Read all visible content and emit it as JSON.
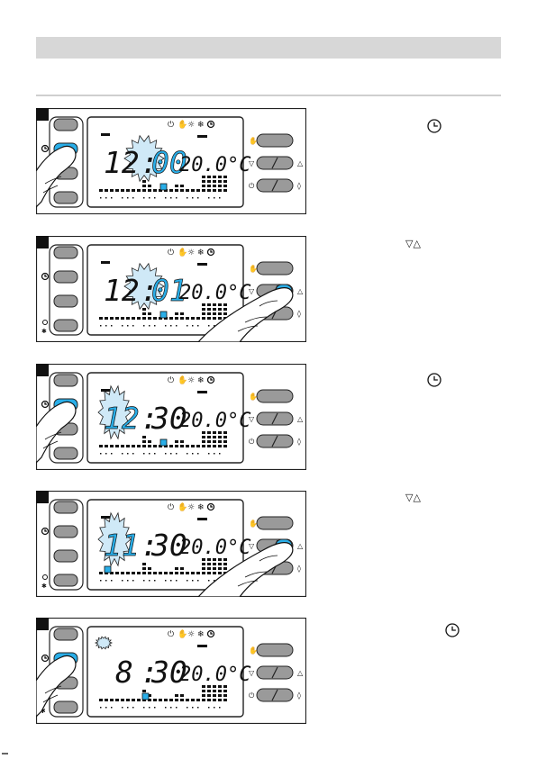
{
  "header": {
    "title": ""
  },
  "colors": {
    "accent": "#29aee8",
    "frame": "#222222",
    "button": "#9a9a9a",
    "header_bar": "#d7d7d7"
  },
  "icons": {
    "status_row": [
      "hand-icon",
      "sun-icon",
      "snowflake-icon",
      "clock-icon"
    ],
    "left_buttons": [
      "clock-icon",
      "sun-snowflake-icon"
    ],
    "right_labels": [
      "hand-icon",
      "down-triangle-icon",
      "power-icon",
      "up-triangle-icon",
      "diamond-icon"
    ]
  },
  "steps": [
    {
      "temperature": "20.0°C",
      "hours": "12",
      "minutes": "00",
      "blink": "minutes",
      "action": "press-clock-button",
      "instruction_icon": "clock-icon"
    },
    {
      "temperature": "20.0°C",
      "hours": "12",
      "minutes": "01",
      "blink": "minutes",
      "action": "press-arrow-keys",
      "instruction_text": "▽△"
    },
    {
      "temperature": "20.0°C",
      "hours": "12",
      "minutes": "30",
      "blink": "hours",
      "action": "press-clock-button",
      "instruction_icon": "clock-icon"
    },
    {
      "temperature": "20.0°C",
      "hours": "11",
      "minutes": "30",
      "blink": "hours",
      "action": "press-arrow-keys",
      "instruction_text": "▽△"
    },
    {
      "temperature": "20.0°C",
      "hours": "8",
      "minutes": "30",
      "blink": "day-marker",
      "action": "press-clock-button",
      "instruction_icon": "clock-icon"
    }
  ]
}
